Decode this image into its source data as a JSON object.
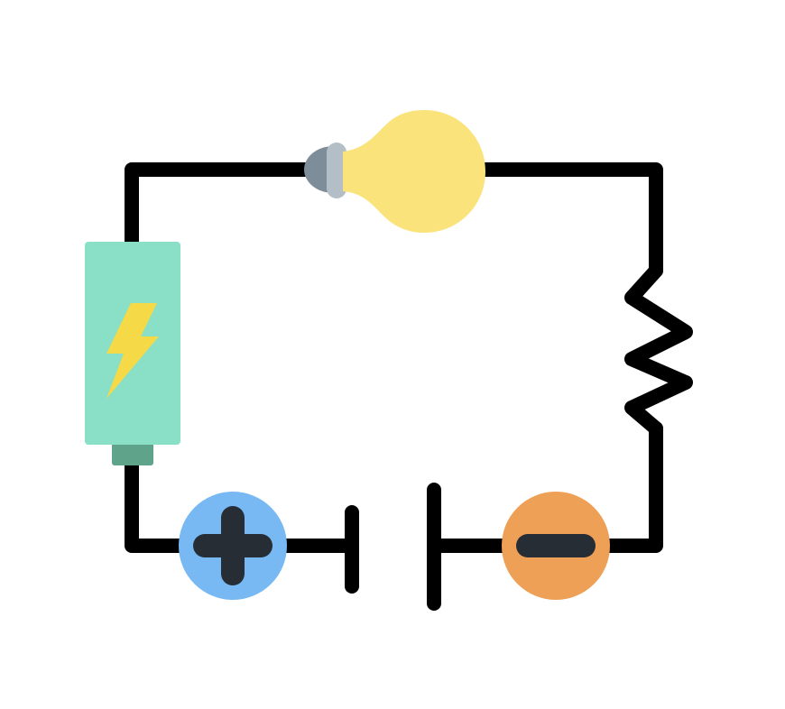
{
  "diagram": {
    "components": [
      {
        "id": "wire",
        "icon": "wire"
      },
      {
        "id": "light-bulb",
        "icon": "light-bulb-icon"
      },
      {
        "id": "resistor",
        "icon": "resistor-icon"
      },
      {
        "id": "battery-cell",
        "icon": "battery-icon"
      },
      {
        "id": "lightning",
        "icon": "lightning-icon"
      },
      {
        "id": "dc-source",
        "icon": "dc-source-symbol"
      },
      {
        "id": "positive-terminal",
        "icon": "plus-icon"
      },
      {
        "id": "negative-terminal",
        "icon": "minus-icon"
      }
    ],
    "colors": {
      "wire": "#000000",
      "bulb_glass": "#f9e37a",
      "bulb_base_dark": "#7e8d9a",
      "bulb_base_light": "#b4bec6",
      "battery_body": "#89e0c7",
      "battery_cap": "#5fa48a",
      "lightning": "#f6d947",
      "positive": "#78b9f4",
      "negative": "#eda056",
      "sign": "#262d35"
    }
  }
}
